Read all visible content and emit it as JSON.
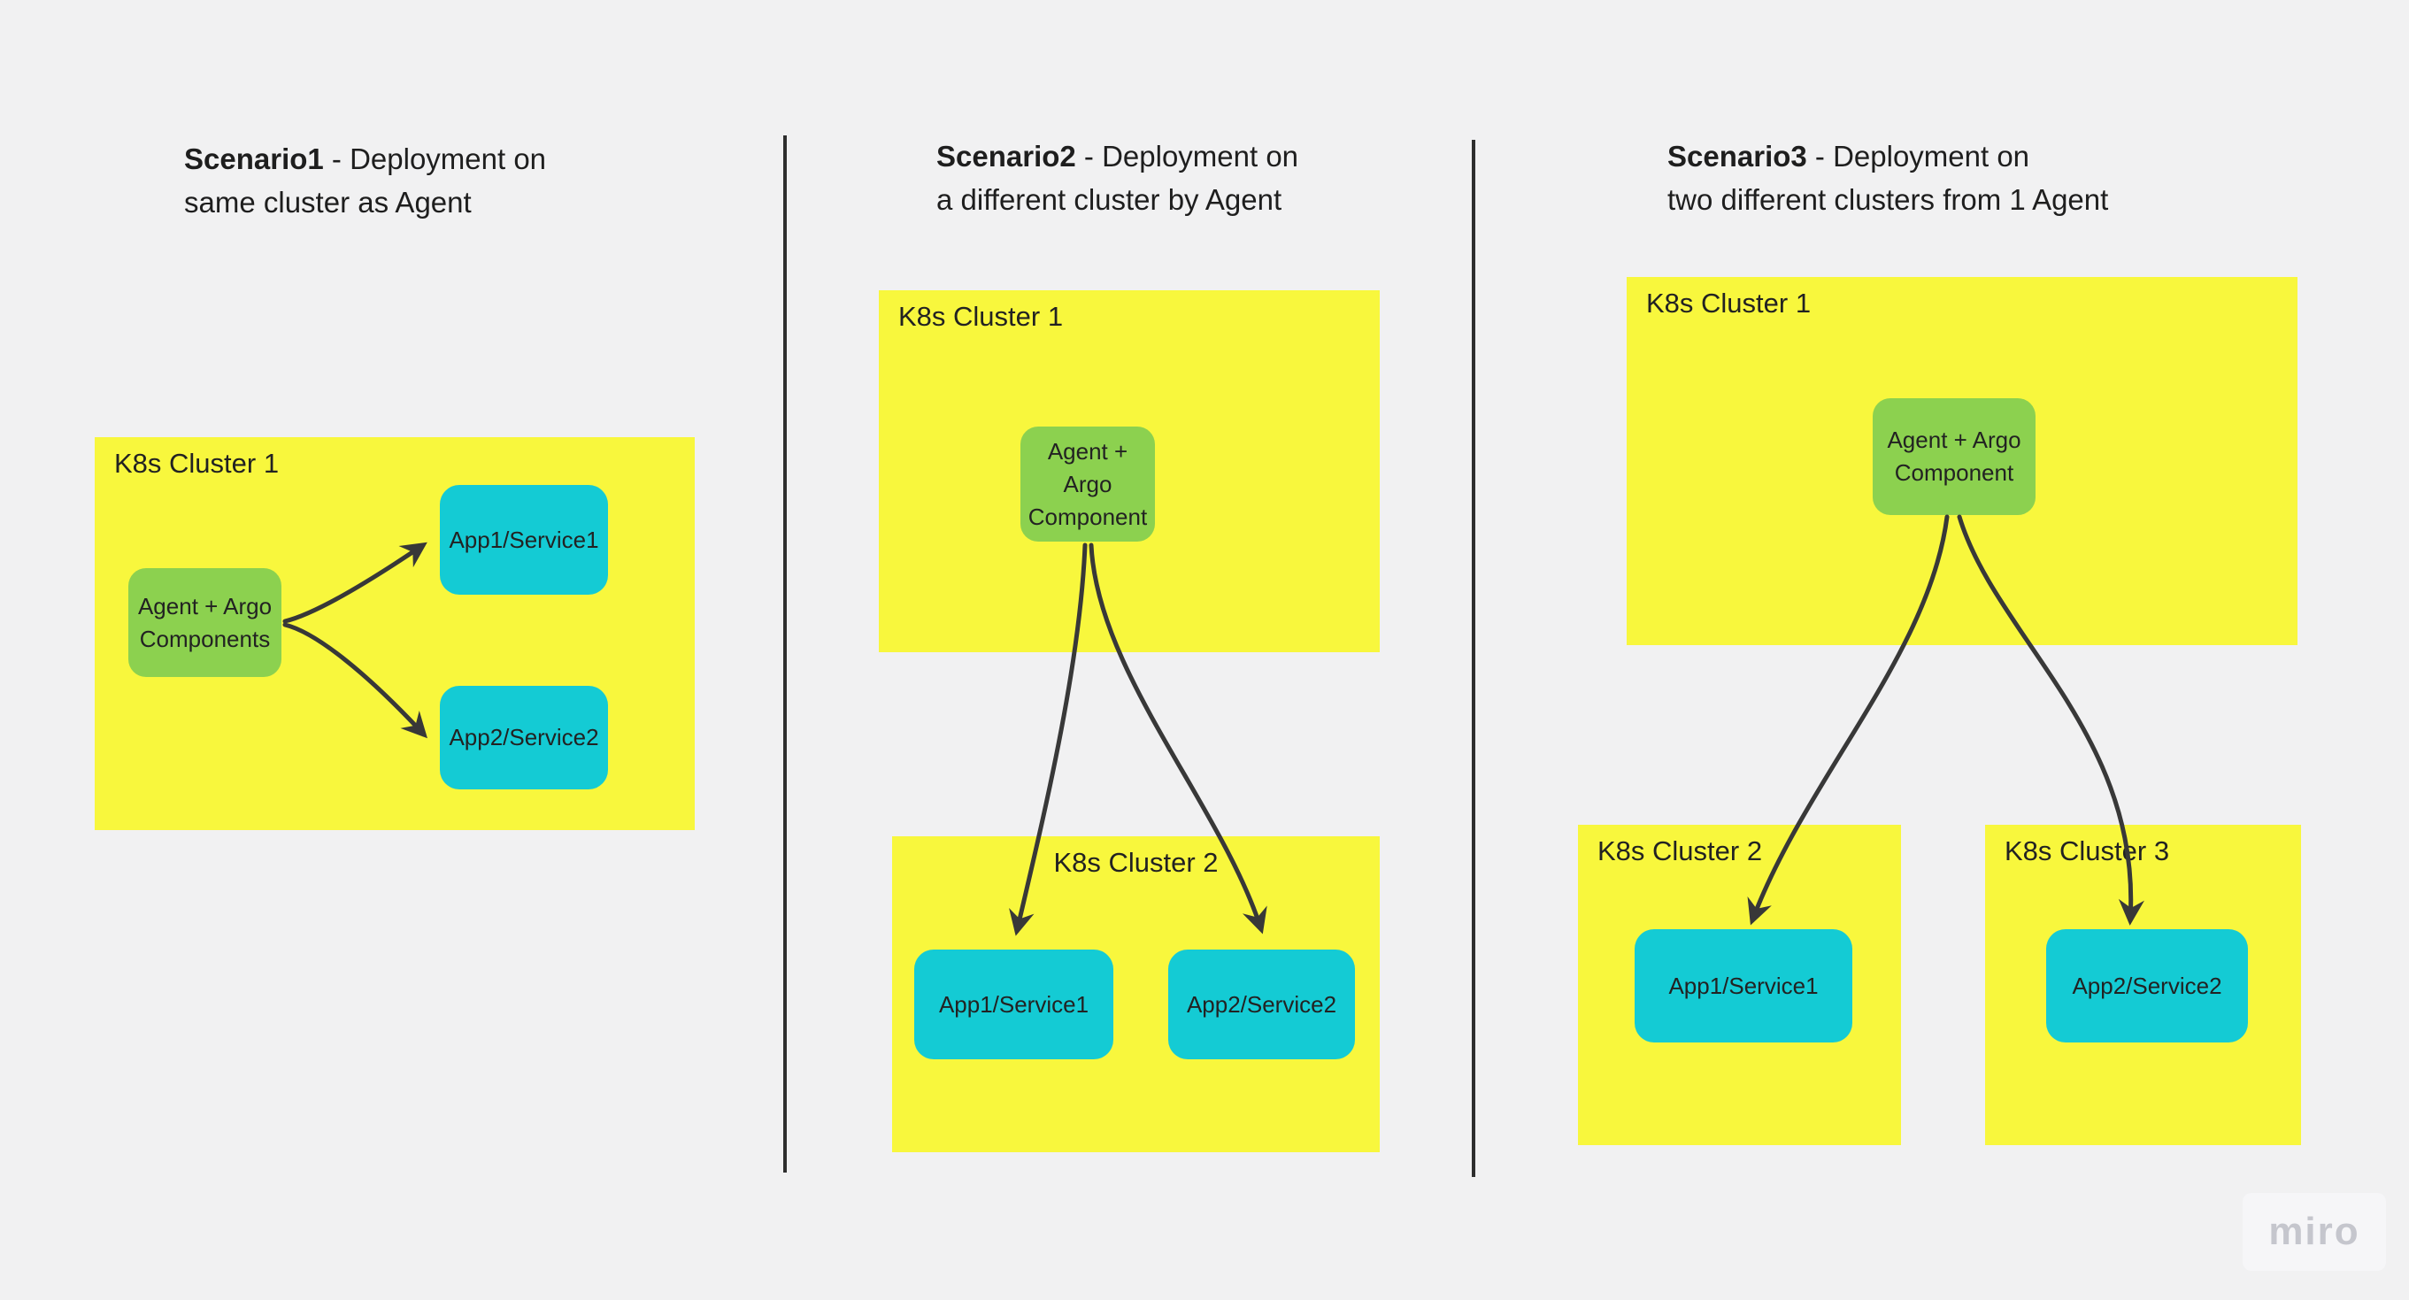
{
  "watermark": "miro",
  "colors": {
    "background": "#f1f1f2",
    "cluster_yellow": "#f8f73d",
    "agent_green": "#8cd14f",
    "app_cyan": "#14cbd4",
    "arrow": "#383838",
    "divider": "#2e2e2e",
    "text": "#1e1e1e",
    "watermark_text": "#c5c6cd"
  },
  "scenarios": [
    {
      "title": {
        "bold": "Scenario1",
        "after": " - Deployment on",
        "line2": "same cluster as Agent"
      },
      "clusters": [
        {
          "label": "K8s Cluster 1"
        }
      ],
      "agent_label": "Agent + Argo Components",
      "apps": [
        "App1/Service1",
        "App2/Service2"
      ]
    },
    {
      "title": {
        "bold": "Scenario2",
        "after": " - Deployment on",
        "line2": "a different cluster by Agent"
      },
      "clusters": [
        {
          "label": "K8s Cluster 1"
        },
        {
          "label": "K8s Cluster 2"
        }
      ],
      "agent_label": "Agent + Argo Component",
      "apps": [
        "App1/Service1",
        "App2/Service2"
      ]
    },
    {
      "title": {
        "bold": "Scenario3",
        "after": " - Deployment on",
        "line2": "two different clusters from 1 Agent"
      },
      "clusters": [
        {
          "label": "K8s Cluster 1"
        },
        {
          "label": "K8s Cluster 2"
        },
        {
          "label": "K8s Cluster 3"
        }
      ],
      "agent_label": "Agent + Argo Component",
      "apps": [
        "App1/Service1",
        "App2/Service2"
      ]
    }
  ]
}
